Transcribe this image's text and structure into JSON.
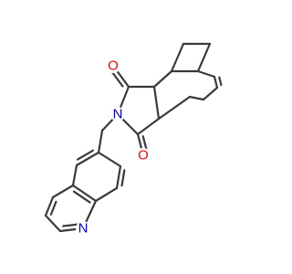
{
  "diagram": {
    "atoms": {
      "oxygen_top": {
        "symbol": "O",
        "color": "#ff0000"
      },
      "oxygen_bottom": {
        "symbol": "O",
        "color": "#ff0000"
      },
      "imide_nitrogen": {
        "symbol": "N",
        "color": "#0000ff"
      },
      "quinoline_nitrogen": {
        "symbol": "N",
        "color": "#0000ff"
      }
    },
    "bond_color": "#3a3a3a"
  }
}
